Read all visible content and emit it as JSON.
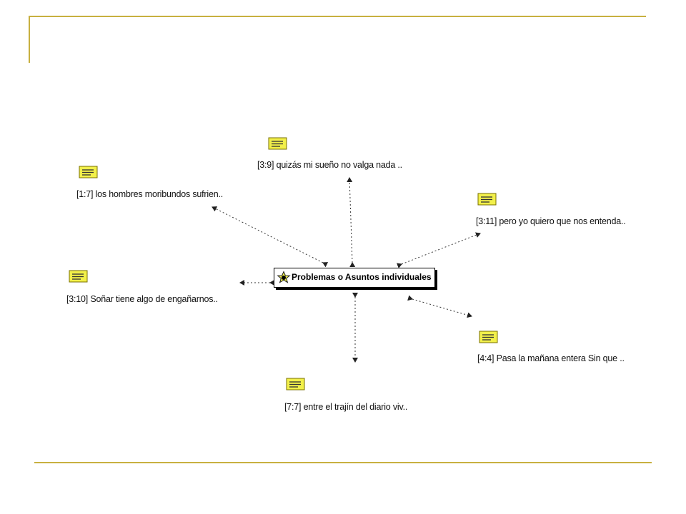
{
  "colors": {
    "rule": "#c8b040",
    "memo_fill": "#f2f04a",
    "memo_stroke": "#7a7000",
    "link": "#333333"
  },
  "code": {
    "label": "Problemas o Asuntos individuales",
    "icon": "code-star-icon"
  },
  "quotes": [
    {
      "id": "q17",
      "label": "[1:7] los hombres moribundos sufrien..",
      "icon": "memo-icon"
    },
    {
      "id": "q39",
      "label": "[3:9] quizás mi sueño no valga nada ..",
      "icon": "memo-icon"
    },
    {
      "id": "q311",
      "label": "[3:11] pero yo quiero que nos entenda..",
      "icon": "memo-icon"
    },
    {
      "id": "q310",
      "label": "[3:10] Soñar tiene algo de engañarnos..",
      "icon": "memo-icon"
    },
    {
      "id": "q44",
      "label": "[4:4] Pasa la mañana entera Sin que ..",
      "icon": "memo-icon"
    },
    {
      "id": "q77",
      "label": "[7:7] entre el trajín del diario viv..",
      "icon": "memo-icon"
    }
  ]
}
